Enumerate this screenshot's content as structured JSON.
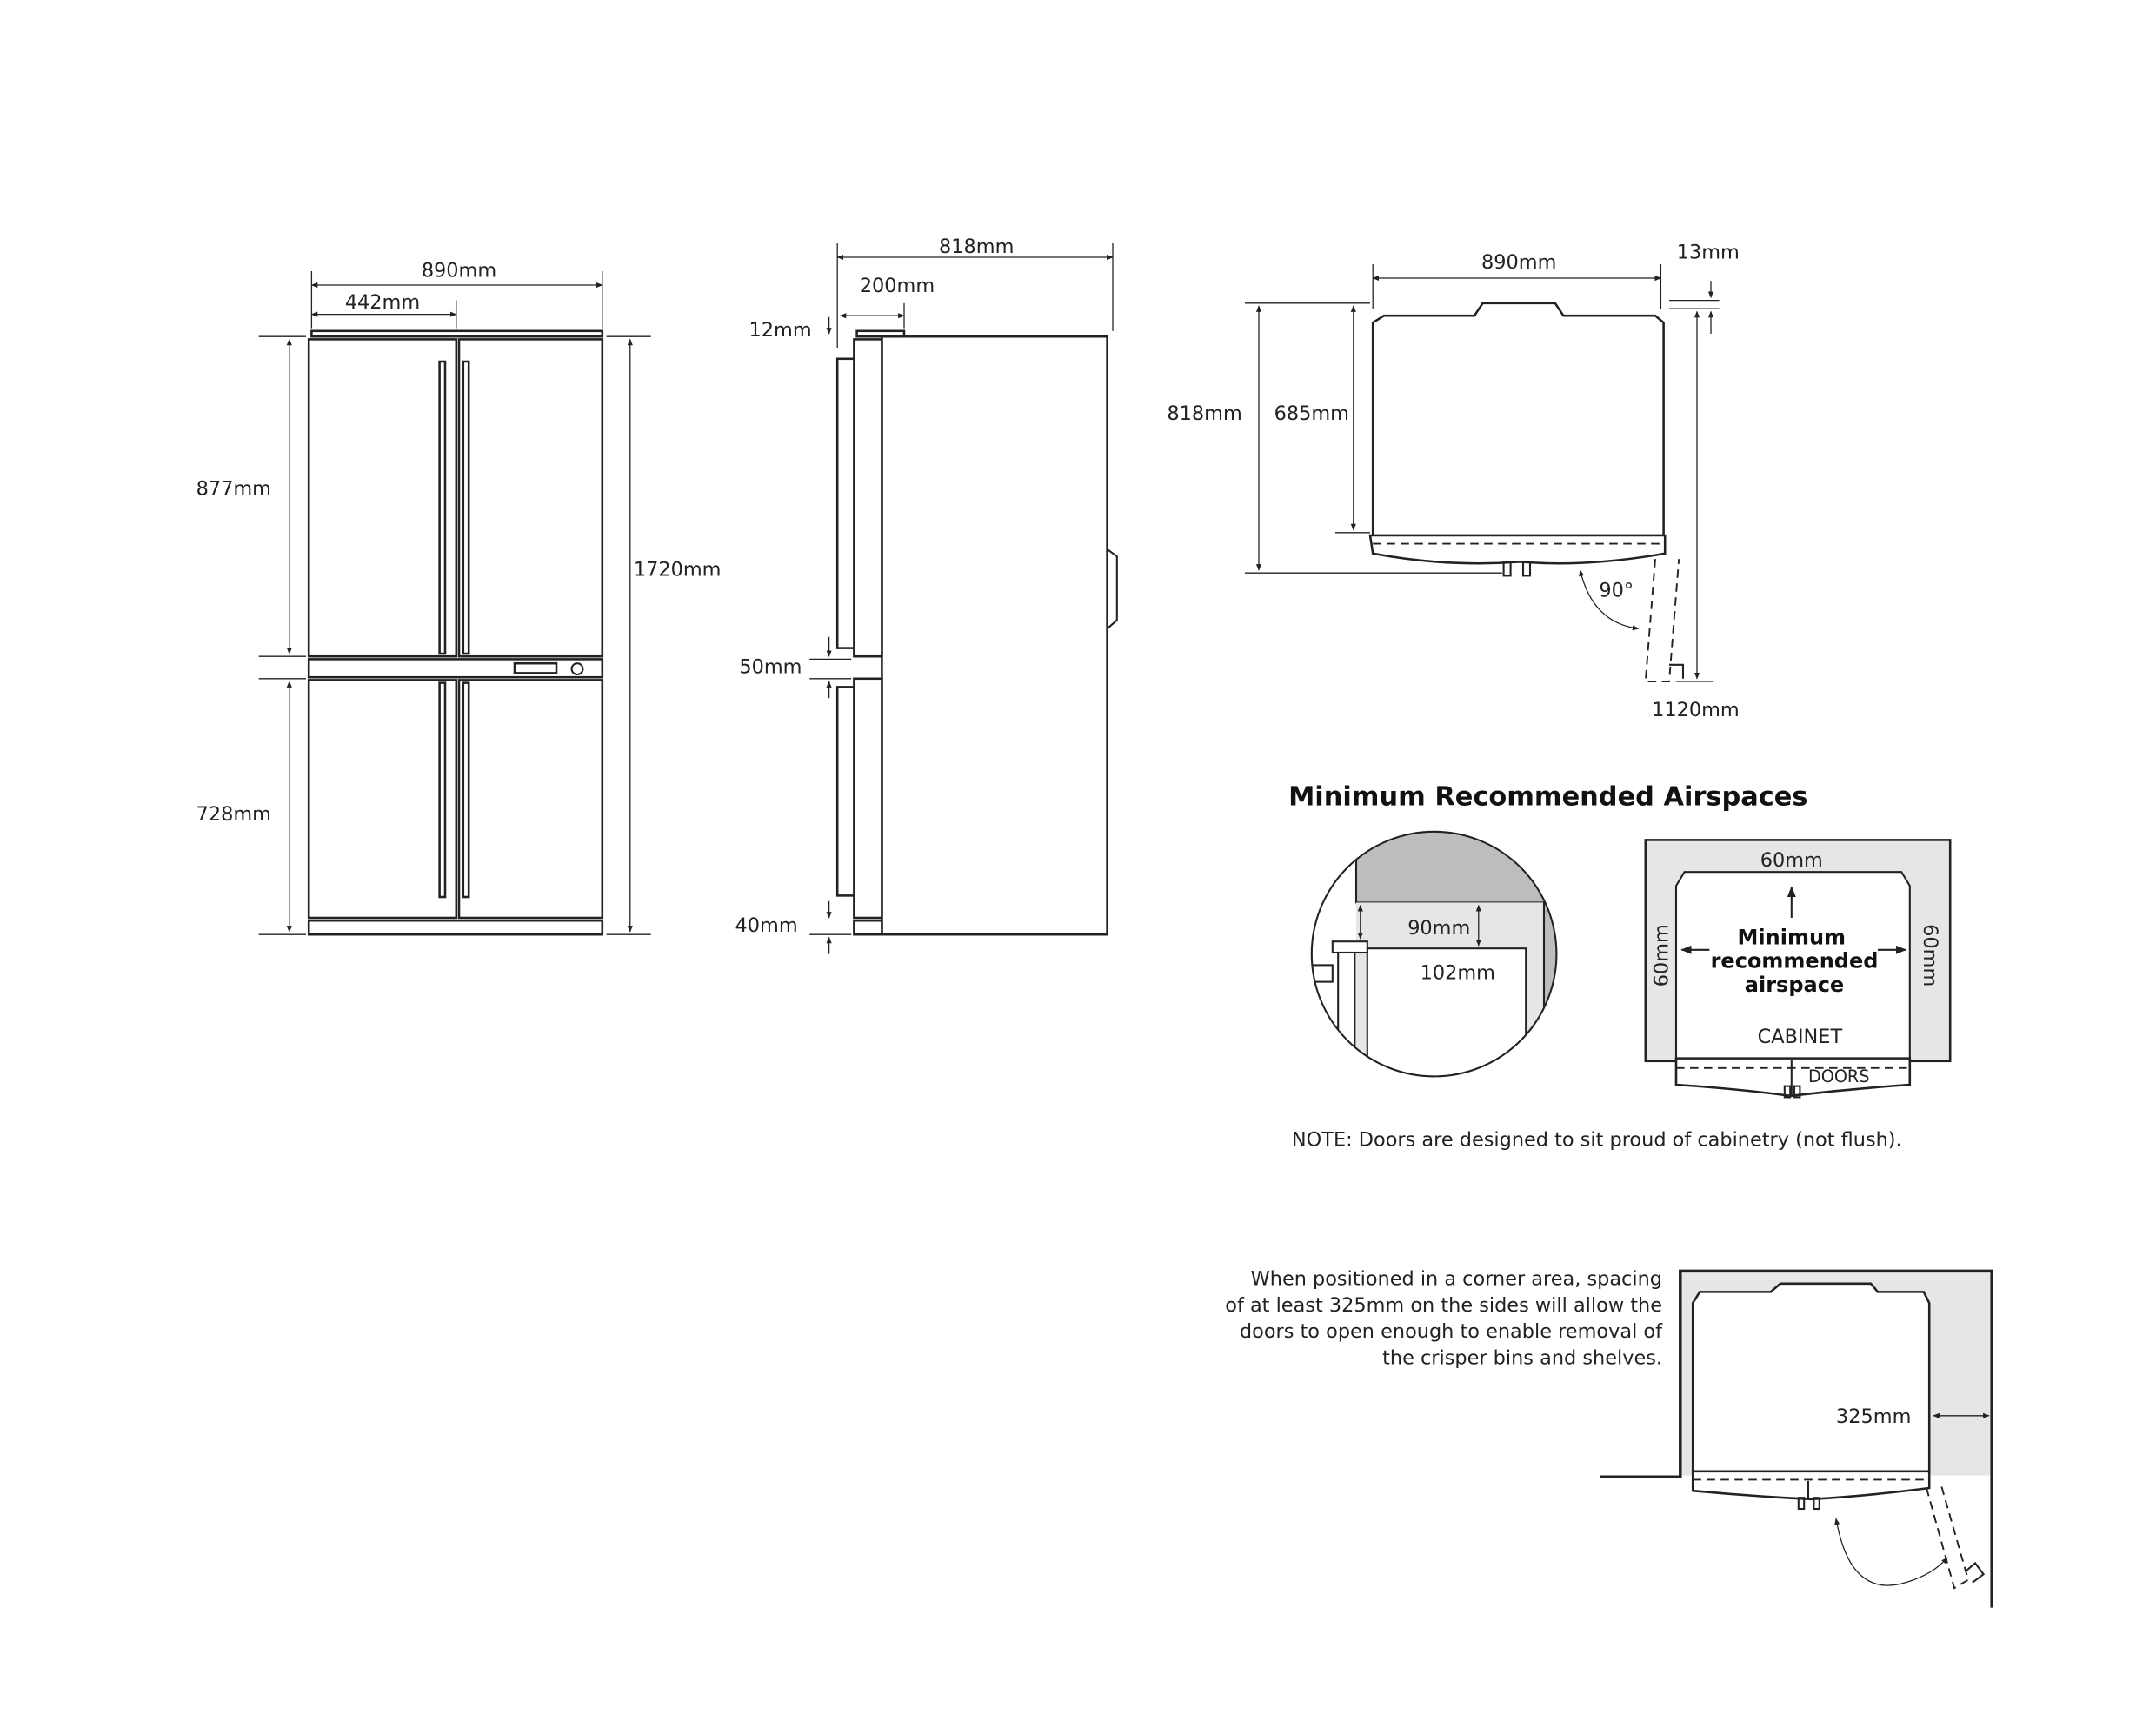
{
  "front_view": {
    "width": "890mm",
    "door_width": "442mm",
    "upper_height": "877mm",
    "lower_height": "728mm",
    "total_height": "1720mm"
  },
  "side_view": {
    "depth": "818mm",
    "door_depth": "200mm",
    "top_gap": "12mm",
    "middle_gap": "50mm",
    "bottom_gap": "40mm"
  },
  "top_view": {
    "width": "890mm",
    "side_gap": "13mm",
    "depth": "818mm",
    "cabinet_depth": "685mm",
    "angle": "90°",
    "open_depth": "1120mm"
  },
  "airspaces": {
    "title": "Minimum Recommended Airspaces",
    "detail_top": "90mm",
    "detail_depth": "102mm",
    "top": "60mm",
    "left": "60mm",
    "right": "60mm",
    "label_line1": "Minimum",
    "label_line2": "recommended",
    "label_line3": "airspace",
    "cabinet": "CABINET",
    "doors": "DOORS",
    "note": "NOTE: Doors are designed to sit proud of cabinetry (not flush)."
  },
  "corner": {
    "lines": [
      "When positioned in a corner area, spacing",
      "of at least 325mm on the sides will allow the",
      "doors to open enough to enable removal of",
      "the crisper bins and shelves."
    ],
    "spacing": "325mm"
  },
  "colors": {
    "wall_gray": "#bdbdbd",
    "airspace_gray": "#e6e6e8",
    "line": "#222222"
  }
}
